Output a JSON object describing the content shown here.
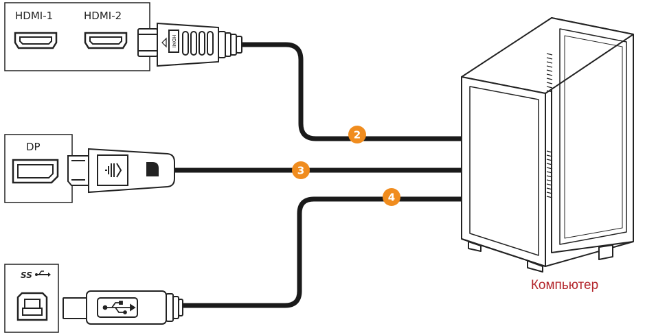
{
  "ports": {
    "hdmi1": "HDMI-1",
    "hdmi2": "HDMI-2",
    "dp": "DP",
    "usb_logo": "SS"
  },
  "badges": [
    "2",
    "3",
    "4"
  ],
  "computer_label": "Компьютер",
  "colors": {
    "badge": "#f08c1e",
    "cable": "#1a1a1a",
    "label": "#b3262c"
  }
}
